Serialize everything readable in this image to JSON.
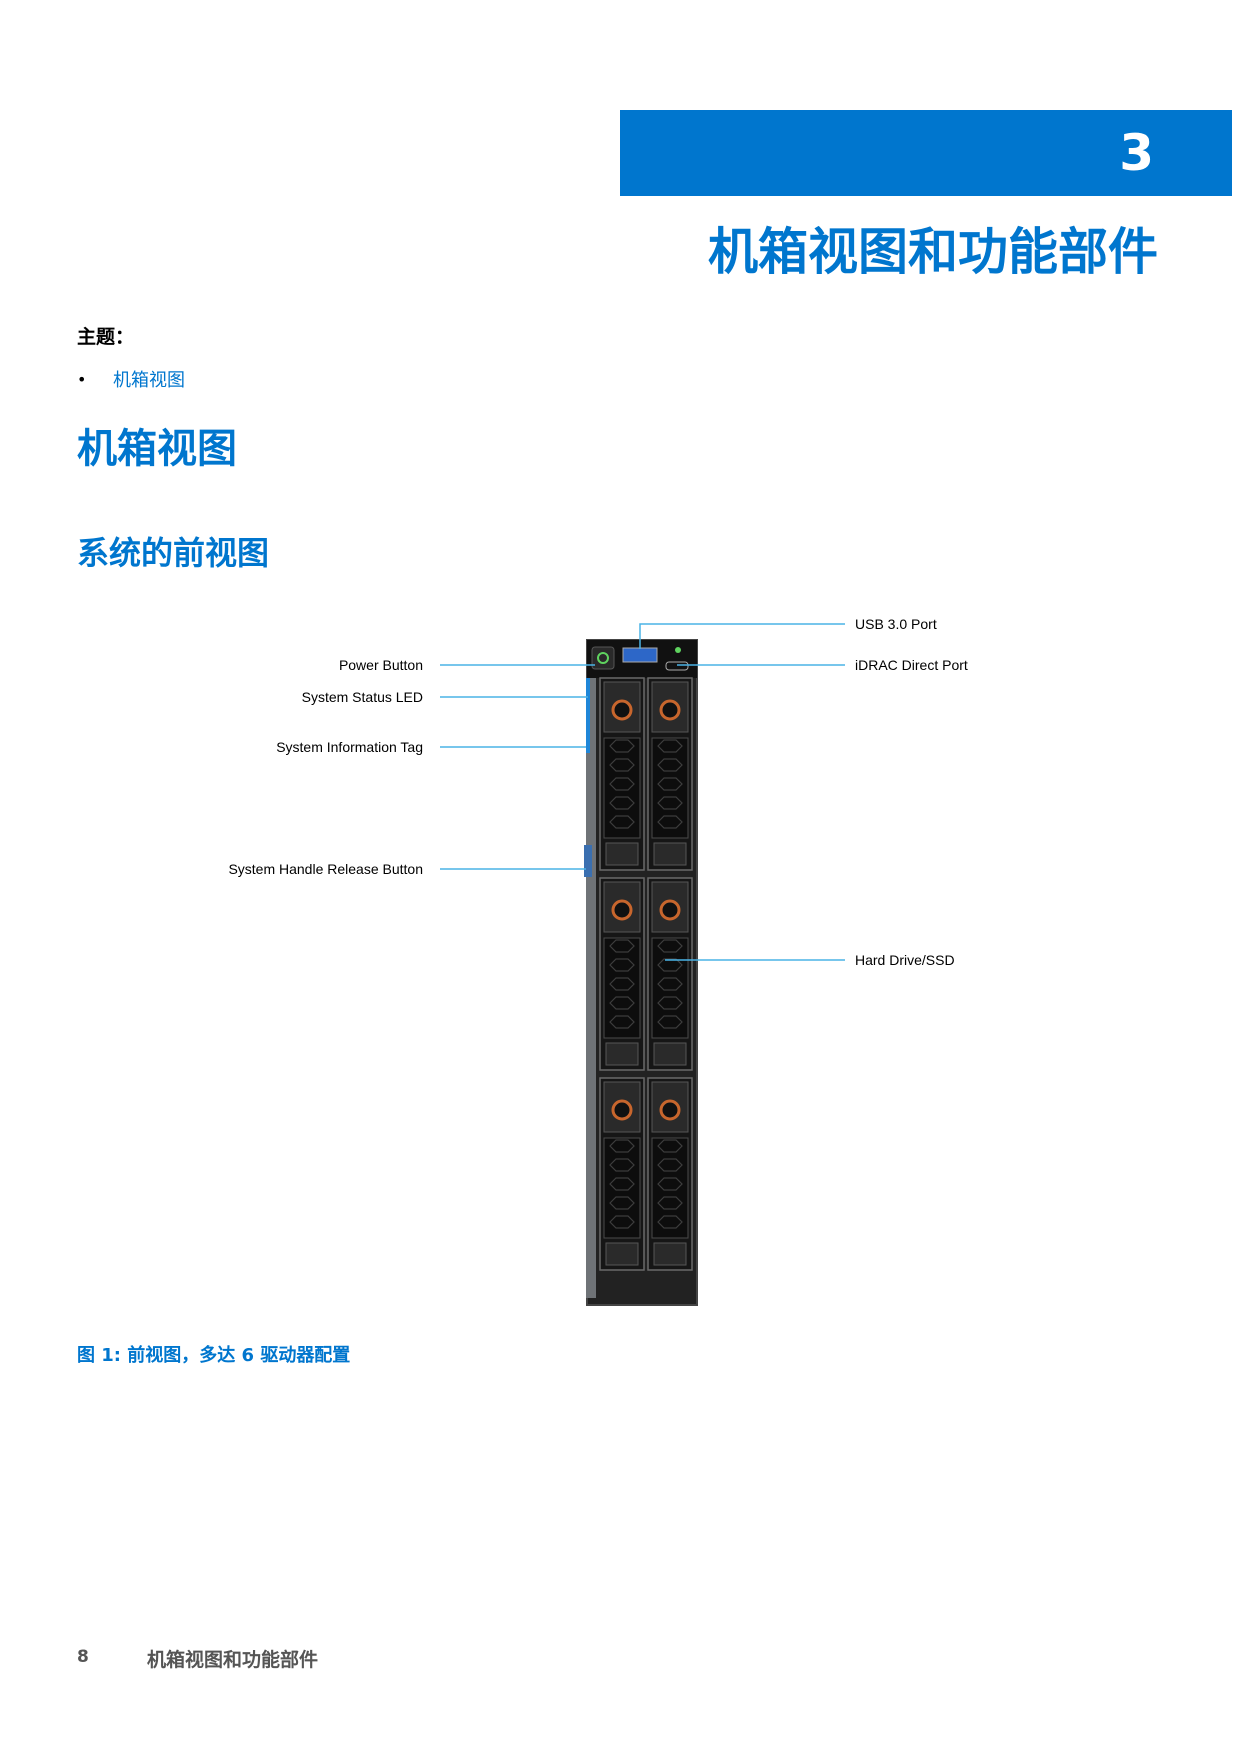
{
  "chapter": {
    "number": "3",
    "title": "机箱视图和功能部件"
  },
  "topics": {
    "label": "主题：",
    "items": [
      "机箱视图"
    ]
  },
  "section": {
    "heading": "机箱视图",
    "subheading": "系统的前视图"
  },
  "figure": {
    "callouts": {
      "power_button": "Power Button",
      "system_status_led": "System Status LED",
      "system_information_tag": "System Information Tag",
      "system_handle_release": "System Handle Release Button",
      "usb_port": "USB 3.0 Port",
      "idrac_port": "iDRAC Direct Port",
      "hard_drive": "Hard Drive/SSD"
    },
    "caption": "图 1: 前视图，多达 6 驱动器配置",
    "colors": {
      "callout_line": "#4ab3e6",
      "chassis": "#1b1b1b",
      "drive_latch": "#c8662d",
      "status_blue": "#1f86d8"
    }
  },
  "footer": {
    "page_number": "8",
    "title": "机箱视图和功能部件"
  }
}
